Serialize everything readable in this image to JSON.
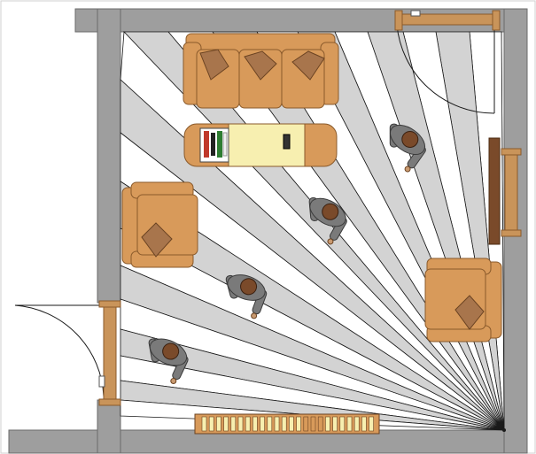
{
  "diagram": {
    "kind": "floor-plan",
    "colors": {
      "wall": "#9e9e9e",
      "wall_outline": "#6b6b6b",
      "beam_gray": "#d3d3d3",
      "beam_white": "#ffffff",
      "beam_line": "#1a1a1a",
      "furniture_fill": "#d89a5a",
      "furniture_stroke": "#8a5a2b",
      "cushion": "#a8754c",
      "door_wood": "#c9945a",
      "table_top": "#f7efb0",
      "person_body": "#7a7a7a",
      "person_head": "#7a4a2a"
    },
    "elements": {
      "walls": "room-walls",
      "sensor": "corner-sensor",
      "beams": "sensor-beams",
      "sofa": "three-seat-sofa",
      "coffee_table": "coffee-table",
      "armchair_left": "armchair-left",
      "armchair_right": "armchair-right",
      "door_top": "door-top",
      "door_left": "door-left",
      "radiator": "radiator",
      "wall_rack": "wall-rack",
      "persons": [
        "person-1",
        "person-2",
        "person-3",
        "person-4"
      ]
    }
  }
}
